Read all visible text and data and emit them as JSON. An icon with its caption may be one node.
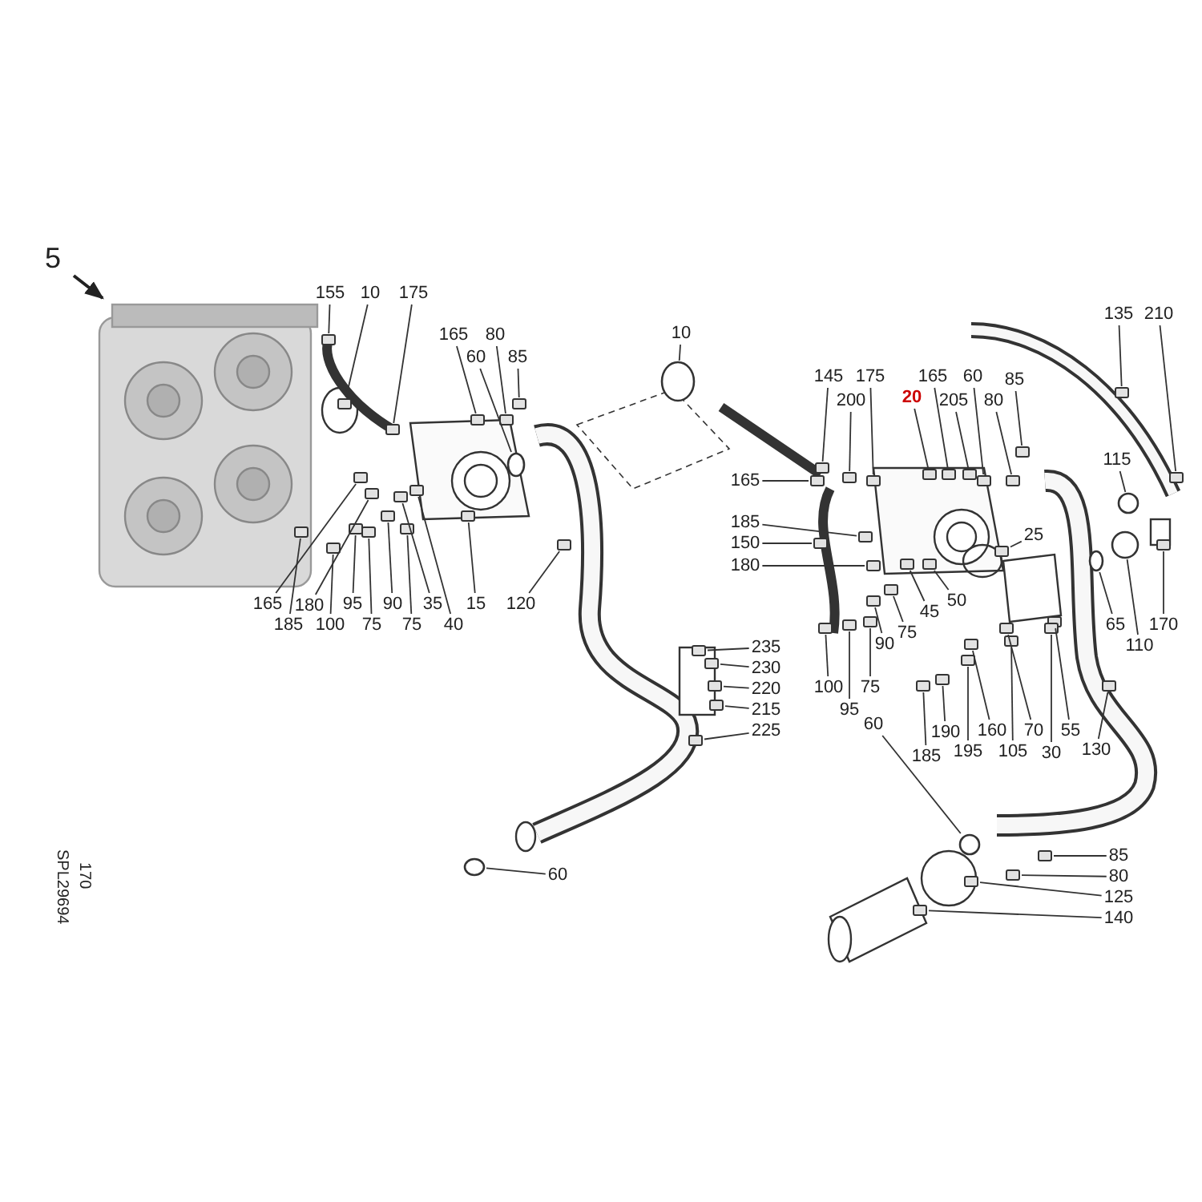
{
  "diagram": {
    "nodes": [
      {
        "text": [
          "155"
        ]
      },
      {
        "text": [
          "10"
        ]
      },
      {
        "text": [
          "175"
        ]
      },
      {
        "text": [
          "165"
        ]
      },
      {
        "text": [
          "80"
        ]
      },
      {
        "text": [
          "60"
        ]
      },
      {
        "text": [
          "85"
        ]
      },
      {
        "text": [
          "10"
        ]
      },
      {
        "text": [
          "145"
        ]
      },
      {
        "text": [
          "175"
        ]
      },
      {
        "text": [
          "165"
        ]
      },
      {
        "text": [
          "60"
        ]
      },
      {
        "text": [
          "85"
        ]
      },
      {
        "text": [
          "200"
        ]
      },
      {
        "text": [
          "20"
        ]
      },
      {
        "text": [
          "205"
        ]
      },
      {
        "text": [
          "80"
        ]
      },
      {
        "text": [
          "135"
        ]
      },
      {
        "text": [
          "210"
        ]
      },
      {
        "text": [
          "115"
        ]
      },
      {
        "text": [
          "165"
        ]
      },
      {
        "text": [
          "185"
        ]
      },
      {
        "text": [
          "150"
        ]
      },
      {
        "text": [
          "180"
        ]
      },
      {
        "text": [
          "25"
        ]
      },
      {
        "text": [
          "50"
        ]
      },
      {
        "text": [
          "45"
        ]
      },
      {
        "text": [
          "75"
        ]
      },
      {
        "text": [
          "90"
        ]
      },
      {
        "text": [
          "65"
        ]
      },
      {
        "text": [
          "170"
        ]
      },
      {
        "text": [
          "110"
        ]
      },
      {
        "text": [
          "165"
        ]
      },
      {
        "text": [
          "180"
        ]
      },
      {
        "text": [
          "95"
        ]
      },
      {
        "text": [
          "90"
        ]
      },
      {
        "text": [
          "35"
        ]
      },
      {
        "text": [
          "15"
        ]
      },
      {
        "text": [
          "120"
        ]
      },
      {
        "text": [
          "185"
        ]
      },
      {
        "text": [
          "100"
        ]
      },
      {
        "text": [
          "75"
        ]
      },
      {
        "text": [
          "75"
        ]
      },
      {
        "text": [
          "40"
        ]
      },
      {
        "text": [
          "235"
        ]
      },
      {
        "text": [
          "230"
        ]
      },
      {
        "text": [
          "220"
        ]
      },
      {
        "text": [
          "215"
        ]
      },
      {
        "text": [
          "225"
        ]
      },
      {
        "text": [
          "100"
        ]
      },
      {
        "text": [
          "75"
        ]
      },
      {
        "text": [
          "95"
        ]
      },
      {
        "text": [
          "60"
        ]
      },
      {
        "text": [
          "190"
        ]
      },
      {
        "text": [
          "160"
        ]
      },
      {
        "text": [
          "70"
        ]
      },
      {
        "text": [
          "55"
        ]
      },
      {
        "text": [
          "185"
        ]
      },
      {
        "text": [
          "195"
        ]
      },
      {
        "text": [
          "105"
        ]
      },
      {
        "text": [
          "30"
        ]
      },
      {
        "text": [
          "130"
        ]
      },
      {
        "text": [
          "60"
        ]
      },
      {
        "text": [
          "85"
        ]
      },
      {
        "text": [
          "80"
        ]
      },
      {
        "text": [
          "125"
        ]
      },
      {
        "text": [
          "140"
        ]
      },
      {
        "text": [],
        "shape": "circle"
      },
      {
        "text": [],
        "shape": "circle"
      },
      {
        "text": [],
        "shape": "circle"
      },
      {
        "text": [],
        "shape": "circle"
      },
      {
        "text": [],
        "shape": "circle"
      },
      {
        "text": [],
        "shape": "circle"
      },
      {
        "text": [],
        "shape": "circle"
      },
      {
        "text": [],
        "shape": "box"
      },
      {
        "text": [],
        "shape": "box"
      },
      {
        "text": [],
        "shape": "box"
      },
      {
        "text": [],
        "shape": "box"
      },
      {
        "text": [],
        "shape": "box"
      },
      {
        "text": [],
        "shape": "box"
      },
      {
        "text": [],
        "shape": "box"
      },
      {
        "text": [],
        "shape": "box"
      },
      {
        "text": [],
        "shape": "box"
      },
      {
        "text": [],
        "shape": "box"
      },
      {
        "text": [],
        "shape": "box"
      },
      {
        "text": [],
        "shape": "box"
      },
      {
        "text": [],
        "shape": "box"
      },
      {
        "text": [],
        "shape": "box"
      },
      {
        "text": [],
        "shape": "box"
      },
      {
        "text": [],
        "shape": "box"
      },
      {
        "text": [],
        "shape": "box"
      },
      {
        "text": [],
        "shape": "box"
      },
      {
        "text": [],
        "shape": "box"
      },
      {
        "text": [],
        "shape": "box"
      },
      {
        "text": [],
        "shape": "box"
      },
      {
        "text": [],
        "shape": "box"
      },
      {
        "text": [],
        "shape": "box"
      },
      {
        "text": [],
        "shape": "box"
      },
      {
        "text": [],
        "shape": "box"
      },
      {
        "text": [],
        "shape": "box"
      },
      {
        "text": [],
        "shape": "box"
      },
      {
        "text": [],
        "shape": "box"
      },
      {
        "text": [],
        "shape": "box"
      },
      {
        "text": [],
        "shape": "box"
      },
      {
        "text": [],
        "shape": "box"
      },
      {
        "text": [],
        "shape": "box"
      },
      {
        "text": [],
        "shape": "box"
      },
      {
        "text": [],
        "shape": "box"
      },
      {
        "text": [],
        "shape": "box"
      },
      {
        "text": [],
        "shape": "box"
      },
      {
        "text": [],
        "shape": "box"
      },
      {
        "text": [],
        "shape": "box"
      },
      {
        "text": [],
        "shape": "box"
      },
      {
        "text": [],
        "shape": "box"
      },
      {
        "text": [],
        "shape": "box"
      },
      {
        "text": [],
        "shape": "box"
      },
      {
        "text": [],
        "shape": "box"
      },
      {
        "text": [],
        "shape": "box"
      },
      {
        "text": [],
        "shape": "box"
      },
      {
        "text": [],
        "shape": "box"
      },
      {
        "text": [],
        "shape": "box"
      },
      {
        "text": [],
        "shape": "box"
      },
      {
        "text": [],
        "shape": "box"
      },
      {
        "text": [],
        "shape": "box"
      },
      {
        "text": [],
        "shape": "box"
      },
      {
        "text": [],
        "shape": "box"
      },
      {
        "text": [],
        "shape": "box"
      },
      {
        "text": [],
        "shape": "box"
      },
      {
        "text": [],
        "shape": "box"
      },
      {
        "text": [],
        "shape": "box"
      },
      {
        "text": [],
        "shape": "box"
      },
      {
        "text": [],
        "shape": "box"
      },
      {
        "text": [],
        "shape": "box"
      },
      {
        "text": [],
        "shape": "box"
      }
    ],
    "edges": [
      {
        "from": 0,
        "to": 74,
        "arrow": "none"
      },
      {
        "from": 1,
        "to": 75,
        "arrow": "none"
      },
      {
        "from": 2,
        "to": 76,
        "arrow": "none"
      },
      {
        "from": 3,
        "to": 77,
        "arrow": "none"
      },
      {
        "from": 4,
        "to": 78,
        "arrow": "none"
      },
      {
        "from": 5,
        "to": 67,
        "arrow": "none"
      },
      {
        "from": 6,
        "to": 79,
        "arrow": "none"
      },
      {
        "from": 7,
        "to": 68,
        "arrow": "none"
      },
      {
        "from": 8,
        "to": 80,
        "arrow": "none"
      },
      {
        "from": 9,
        "to": 81,
        "arrow": "none"
      },
      {
        "from": 10,
        "to": 82,
        "arrow": "none"
      },
      {
        "from": 11,
        "to": 83,
        "arrow": "none"
      },
      {
        "from": 12,
        "to": 84,
        "arrow": "none"
      },
      {
        "from": 13,
        "to": 85,
        "arrow": "none"
      },
      {
        "from": 14,
        "to": 86,
        "arrow": "none"
      },
      {
        "from": 15,
        "to": 87,
        "arrow": "none"
      },
      {
        "from": 16,
        "to": 88,
        "arrow": "none"
      },
      {
        "from": 17,
        "to": 89,
        "arrow": "none"
      },
      {
        "from": 18,
        "to": 90,
        "arrow": "none"
      },
      {
        "from": 19,
        "to": 69,
        "arrow": "none"
      },
      {
        "from": 20,
        "to": 91,
        "arrow": "none"
      },
      {
        "from": 21,
        "to": 92,
        "arrow": "none"
      },
      {
        "from": 22,
        "to": 93,
        "arrow": "none"
      },
      {
        "from": 23,
        "to": 94,
        "arrow": "none"
      },
      {
        "from": 24,
        "to": 95,
        "arrow": "none"
      },
      {
        "from": 25,
        "to": 96,
        "arrow": "none"
      },
      {
        "from": 26,
        "to": 97,
        "arrow": "none"
      },
      {
        "from": 27,
        "to": 98,
        "arrow": "none"
      },
      {
        "from": 28,
        "to": 99,
        "arrow": "none"
      },
      {
        "from": 29,
        "to": 70,
        "arrow": "none"
      },
      {
        "from": 30,
        "to": 100,
        "arrow": "none"
      },
      {
        "from": 31,
        "to": 71,
        "arrow": "none"
      },
      {
        "from": 32,
        "to": 101,
        "arrow": "none"
      },
      {
        "from": 33,
        "to": 102,
        "arrow": "none"
      },
      {
        "from": 34,
        "to": 103,
        "arrow": "none"
      },
      {
        "from": 35,
        "to": 104,
        "arrow": "none"
      },
      {
        "from": 36,
        "to": 105,
        "arrow": "none"
      },
      {
        "from": 37,
        "to": 106,
        "arrow": "none"
      },
      {
        "from": 38,
        "to": 107,
        "arrow": "none"
      },
      {
        "from": 39,
        "to": 108,
        "arrow": "none"
      },
      {
        "from": 40,
        "to": 109,
        "arrow": "none"
      },
      {
        "from": 41,
        "to": 110,
        "arrow": "none"
      },
      {
        "from": 42,
        "to": 111,
        "arrow": "none"
      },
      {
        "from": 43,
        "to": 112,
        "arrow": "none"
      },
      {
        "from": 44,
        "to": 113,
        "arrow": "none"
      },
      {
        "from": 45,
        "to": 114,
        "arrow": "none"
      },
      {
        "from": 46,
        "to": 115,
        "arrow": "none"
      },
      {
        "from": 47,
        "to": 116,
        "arrow": "none"
      },
      {
        "from": 48,
        "to": 117,
        "arrow": "none"
      },
      {
        "from": 49,
        "to": 118,
        "arrow": "none"
      },
      {
        "from": 50,
        "to": 119,
        "arrow": "none"
      },
      {
        "from": 51,
        "to": 120,
        "arrow": "none"
      },
      {
        "from": 52,
        "to": 72,
        "arrow": "none"
      },
      {
        "from": 53,
        "to": 121,
        "arrow": "none"
      },
      {
        "from": 54,
        "to": 122,
        "arrow": "none"
      },
      {
        "from": 55,
        "to": 123,
        "arrow": "none"
      },
      {
        "from": 56,
        "to": 124,
        "arrow": "none"
      },
      {
        "from": 57,
        "to": 125,
        "arrow": "none"
      },
      {
        "from": 58,
        "to": 126,
        "arrow": "none"
      },
      {
        "from": 59,
        "to": 127,
        "arrow": "none"
      },
      {
        "from": 60,
        "to": 128,
        "arrow": "none"
      },
      {
        "from": 61,
        "to": 129,
        "arrow": "none"
      },
      {
        "from": 62,
        "to": 73,
        "arrow": "none"
      },
      {
        "from": 63,
        "to": 130,
        "arrow": "none"
      },
      {
        "from": 64,
        "to": 131,
        "arrow": "none"
      },
      {
        "from": 65,
        "to": 132,
        "arrow": "none"
      },
      {
        "from": 66,
        "to": 133,
        "arrow": "none"
      }
    ],
    "labels": [
      "5",
      "SPL29694",
      "170"
    ]
  }
}
